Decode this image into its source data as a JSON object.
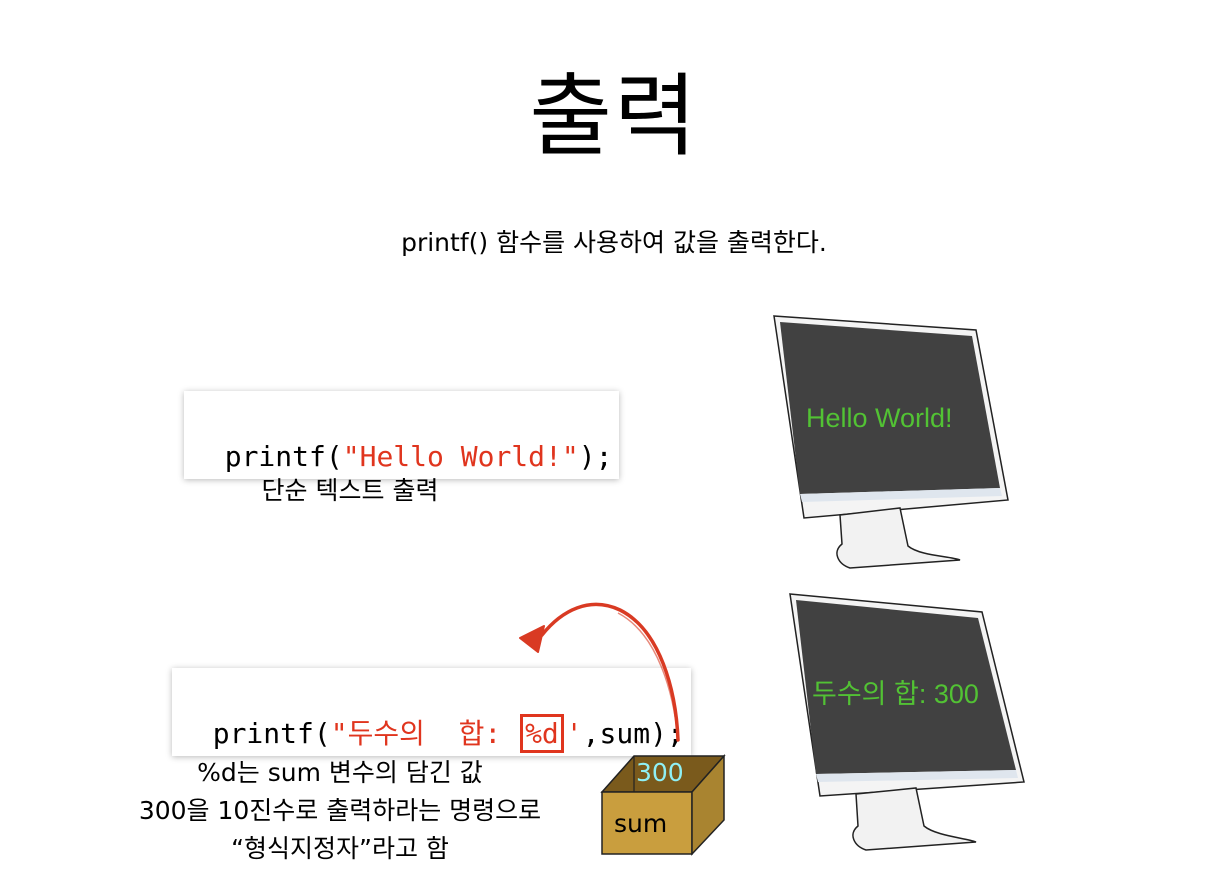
{
  "title": "출력",
  "subtitle": "printf() 함수를 사용하여 값을 출력한다.",
  "example1": {
    "code_prefix": "printf(",
    "code_string": "\"Hello World!\"",
    "code_suffix": ");",
    "caption": "단순 텍스트 출력",
    "screen_output": "Hello World!"
  },
  "example2": {
    "code_prefix": "printf(",
    "code_string_open": "\"두수의  합: ",
    "code_format": "%d",
    "code_string_close": "'",
    "code_suffix": ",sum);",
    "caption_line1": "%d는 sum 변수의 담긴 값",
    "caption_line2": "300을 10진수로 출력하라는 명령으로",
    "caption_line3": "“형식지정자”라고 함",
    "screen_output": "두수의 합: 300",
    "box_value": "300",
    "box_label": "sum"
  },
  "colors": {
    "string": "#e0351e",
    "screen_text": "#52c234",
    "screen_bg": "#414141",
    "box_fill": "#c99e3e",
    "box_value": "#8ff0f5"
  }
}
